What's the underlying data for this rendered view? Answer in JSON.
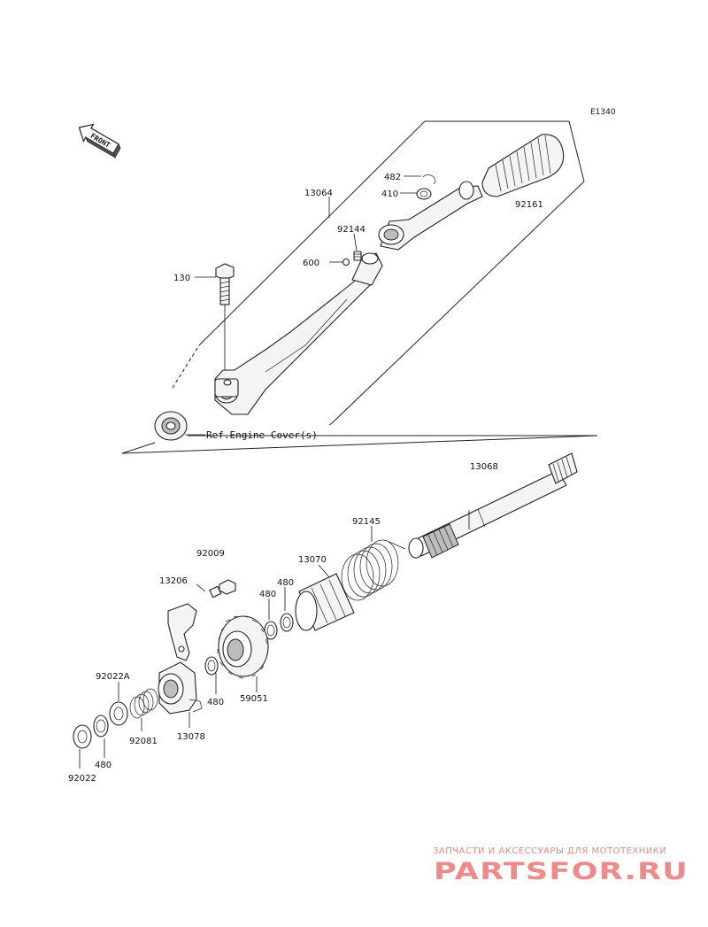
{
  "diagram_code": "E1340",
  "front_marker": "FRONT",
  "reference_note": "Ref.Engine Cover(s)",
  "callouts": [
    {
      "id": "13064",
      "label": "13064"
    },
    {
      "id": "482",
      "label": "482"
    },
    {
      "id": "410",
      "label": "410"
    },
    {
      "id": "92161",
      "label": "92161"
    },
    {
      "id": "92144",
      "label": "92144"
    },
    {
      "id": "600",
      "label": "600"
    },
    {
      "id": "130",
      "label": "130"
    },
    {
      "id": "13068",
      "label": "13068"
    },
    {
      "id": "92145",
      "label": "92145"
    },
    {
      "id": "13070",
      "label": "13070"
    },
    {
      "id": "92009",
      "label": "92009"
    },
    {
      "id": "480a",
      "label": "480"
    },
    {
      "id": "480b",
      "label": "480"
    },
    {
      "id": "13206",
      "label": "13206"
    },
    {
      "id": "92022A",
      "label": "92022A"
    },
    {
      "id": "480c",
      "label": "480"
    },
    {
      "id": "59051",
      "label": "59051"
    },
    {
      "id": "92081",
      "label": "92081"
    },
    {
      "id": "13078",
      "label": "13078"
    },
    {
      "id": "480d",
      "label": "480"
    },
    {
      "id": "92022",
      "label": "92022"
    }
  ],
  "watermark": {
    "tagline": "ЗАПЧАСТИ И АКСЕССУАРЫ ДЛЯ МОТОТЕХНИКИ",
    "brand": "PARTSFOR.RU"
  }
}
